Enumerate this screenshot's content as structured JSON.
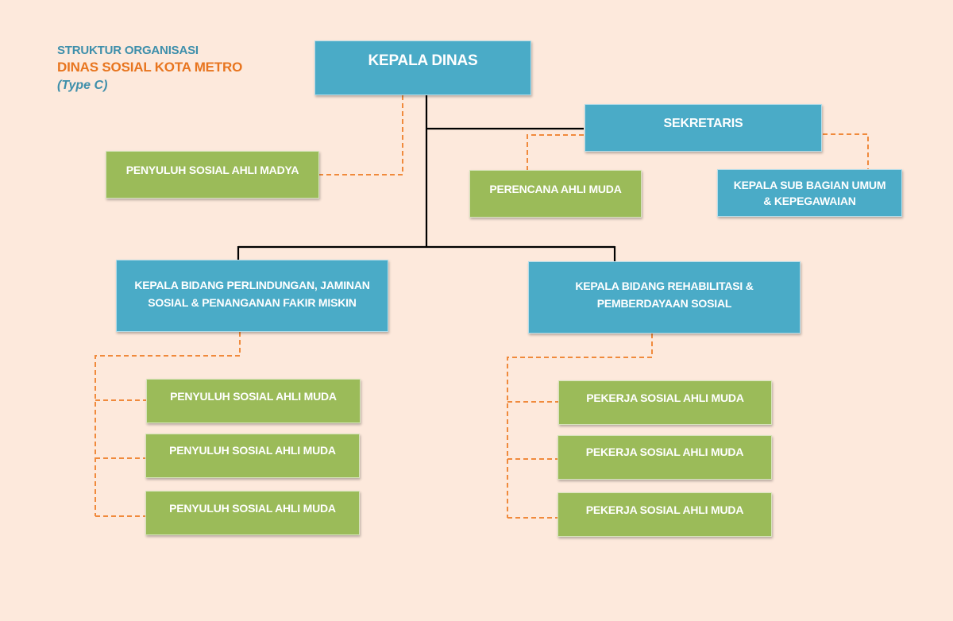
{
  "header": {
    "line1": "STRUKTUR ORGANISASI",
    "line2": "DINAS SOSIAL KOTA METRO",
    "line3": "(Type C)"
  },
  "colors": {
    "background": "#fde9dc",
    "structural_box": "#4aabc7",
    "functional_box": "#9bbb59",
    "solid_line": "#000000",
    "dashed_line": "#f08a3c",
    "title_blue": "#3e8fab",
    "title_orange": "#e8751f"
  },
  "nodes": {
    "kepala_dinas": "KEPALA DINAS",
    "sekretaris": "SEKRETARIS",
    "penyuluh_madya": "PENYULUH SOSIAL AHLI MADYA",
    "perencana": "PERENCANA AHLI MUDA",
    "kasubag_line1": "KEPALA SUB BAGIAN UMUM",
    "kasubag_line2": "& KEPEGAWAIAN",
    "kabid_perlindungan_line1": "KEPALA BIDANG PERLINDUNGAN, JAMINAN",
    "kabid_perlindungan_line2": "SOSIAL & PENANGANAN FAKIR MISKIN",
    "kabid_rehabilitasi_line1": "KEPALA BIDANG REHABILITASI &",
    "kabid_rehabilitasi_line2": "PEMBERDAYAAN SOSIAL",
    "left_staff": [
      "PENYULUH SOSIAL AHLI MUDA",
      "PENYULUH SOSIAL AHLI MUDA",
      "PENYULUH SOSIAL AHLI MUDA"
    ],
    "right_staff": [
      "PEKERJA SOSIAL AHLI MUDA",
      "PEKERJA SOSIAL AHLI MUDA",
      "PEKERJA SOSIAL AHLI MUDA"
    ]
  }
}
